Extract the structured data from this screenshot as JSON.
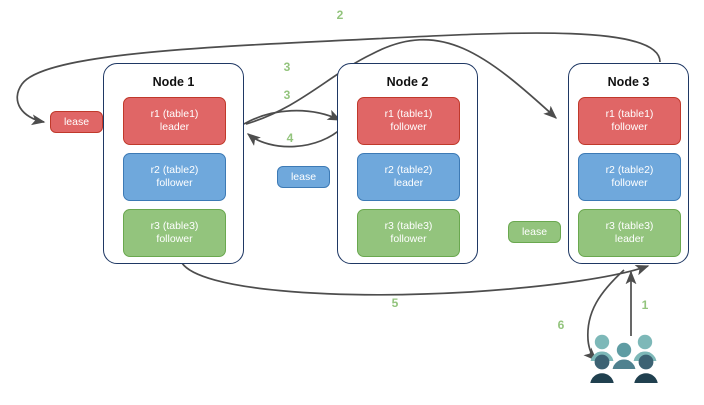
{
  "diagram": {
    "title": "raft-lease-routing-diagram",
    "colors": {
      "red": "#e06666",
      "red_border": "#c0392b",
      "blue": "#6fa8dc",
      "blue_border": "#3d7ab5",
      "green": "#93c47d",
      "green_border": "#6aa84f",
      "node_border": "#1f3864",
      "arrow": "#4d4d4d",
      "step_label": "#93c47d",
      "client_light": "#7db8b8",
      "client_dark": "#2e4b5a"
    }
  },
  "nodes": [
    {
      "id": "node1",
      "title": "Node 1",
      "replicas": [
        {
          "id": "n1r1",
          "line1": "r1 (table1)",
          "line2": "leader",
          "color": "red"
        },
        {
          "id": "n1r2",
          "line1": "r2 (table2)",
          "line2": "follower",
          "color": "blue"
        },
        {
          "id": "n1r3",
          "line1": "r3 (table3)",
          "line2": "follower",
          "color": "green"
        }
      ]
    },
    {
      "id": "node2",
      "title": "Node 2",
      "replicas": [
        {
          "id": "n2r1",
          "line1": "r1 (table1)",
          "line2": "follower",
          "color": "red"
        },
        {
          "id": "n2r2",
          "line1": "r2 (table2)",
          "line2": "leader",
          "color": "blue"
        },
        {
          "id": "n2r3",
          "line1": "r3 (table3)",
          "line2": "follower",
          "color": "green"
        }
      ]
    },
    {
      "id": "node3",
      "title": "Node 3",
      "replicas": [
        {
          "id": "n3r1",
          "line1": "r1 (table1)",
          "line2": "follower",
          "color": "red"
        },
        {
          "id": "n3r2",
          "line1": "r2 (table2)",
          "line2": "follower",
          "color": "blue"
        },
        {
          "id": "n3r3",
          "line1": "r3 (table3)",
          "line2": "leader",
          "color": "green"
        }
      ]
    }
  ],
  "leases": [
    {
      "id": "lease-red",
      "label": "lease",
      "color": "red"
    },
    {
      "id": "lease-blue",
      "label": "lease",
      "color": "blue"
    },
    {
      "id": "lease-green",
      "label": "lease",
      "color": "green"
    }
  ],
  "steps": [
    {
      "id": "step1",
      "label": "1"
    },
    {
      "id": "step2",
      "label": "2"
    },
    {
      "id": "step3a",
      "label": "3"
    },
    {
      "id": "step3b",
      "label": "3"
    },
    {
      "id": "step4",
      "label": "4"
    },
    {
      "id": "step5",
      "label": "5"
    },
    {
      "id": "step6",
      "label": "6"
    }
  ],
  "client": {
    "id": "client-users",
    "icon": "users-icon",
    "count": 5
  }
}
